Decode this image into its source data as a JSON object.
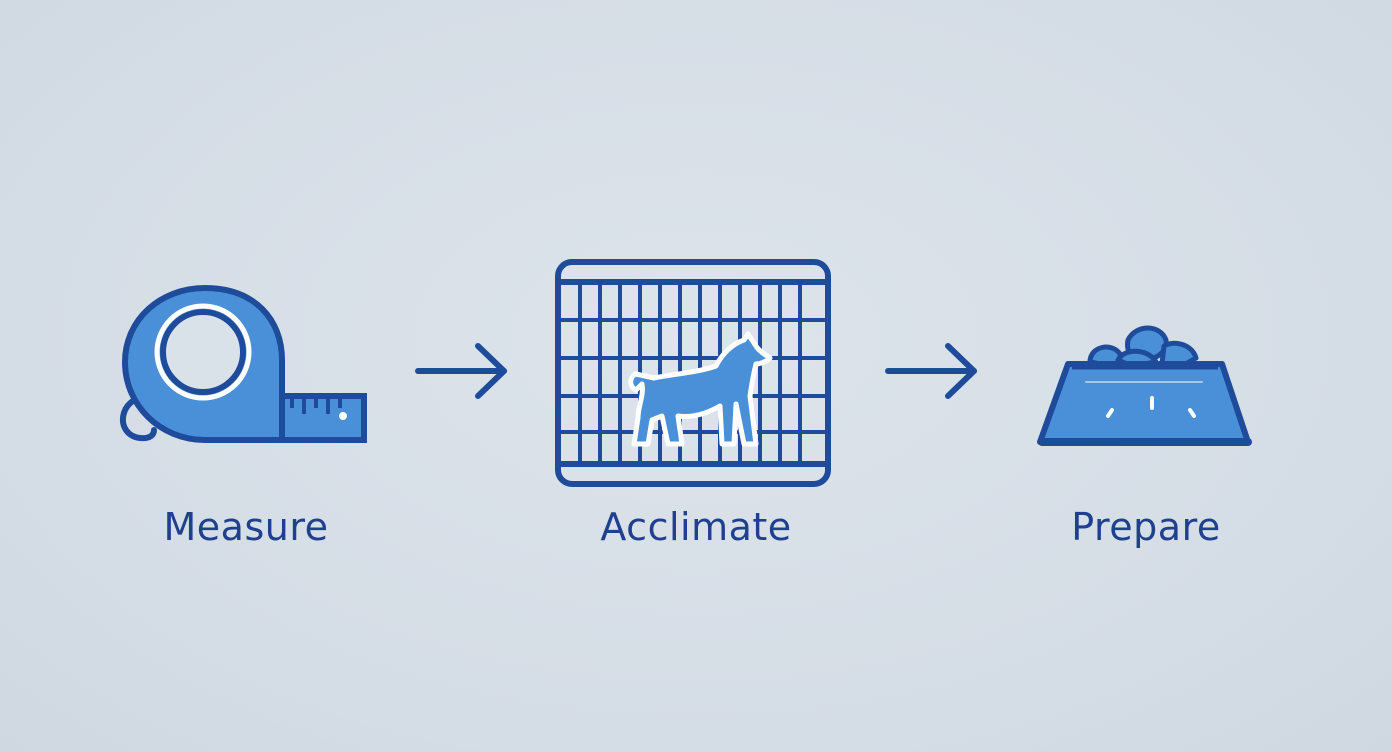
{
  "colors": {
    "background": "#d7dee6",
    "stroke": "#1f4b9b",
    "fill": "#4a90d9",
    "fill_light": "#6aa8e6",
    "text": "#1f3f8f"
  },
  "steps": [
    {
      "label": "Measure",
      "icon": "tape-measure-icon"
    },
    {
      "label": "Acclimate",
      "icon": "dog-crate-icon"
    },
    {
      "label": "Prepare",
      "icon": "food-bowl-icon"
    }
  ],
  "connectors": [
    {
      "icon": "arrow-right-icon"
    },
    {
      "icon": "arrow-right-icon"
    }
  ]
}
